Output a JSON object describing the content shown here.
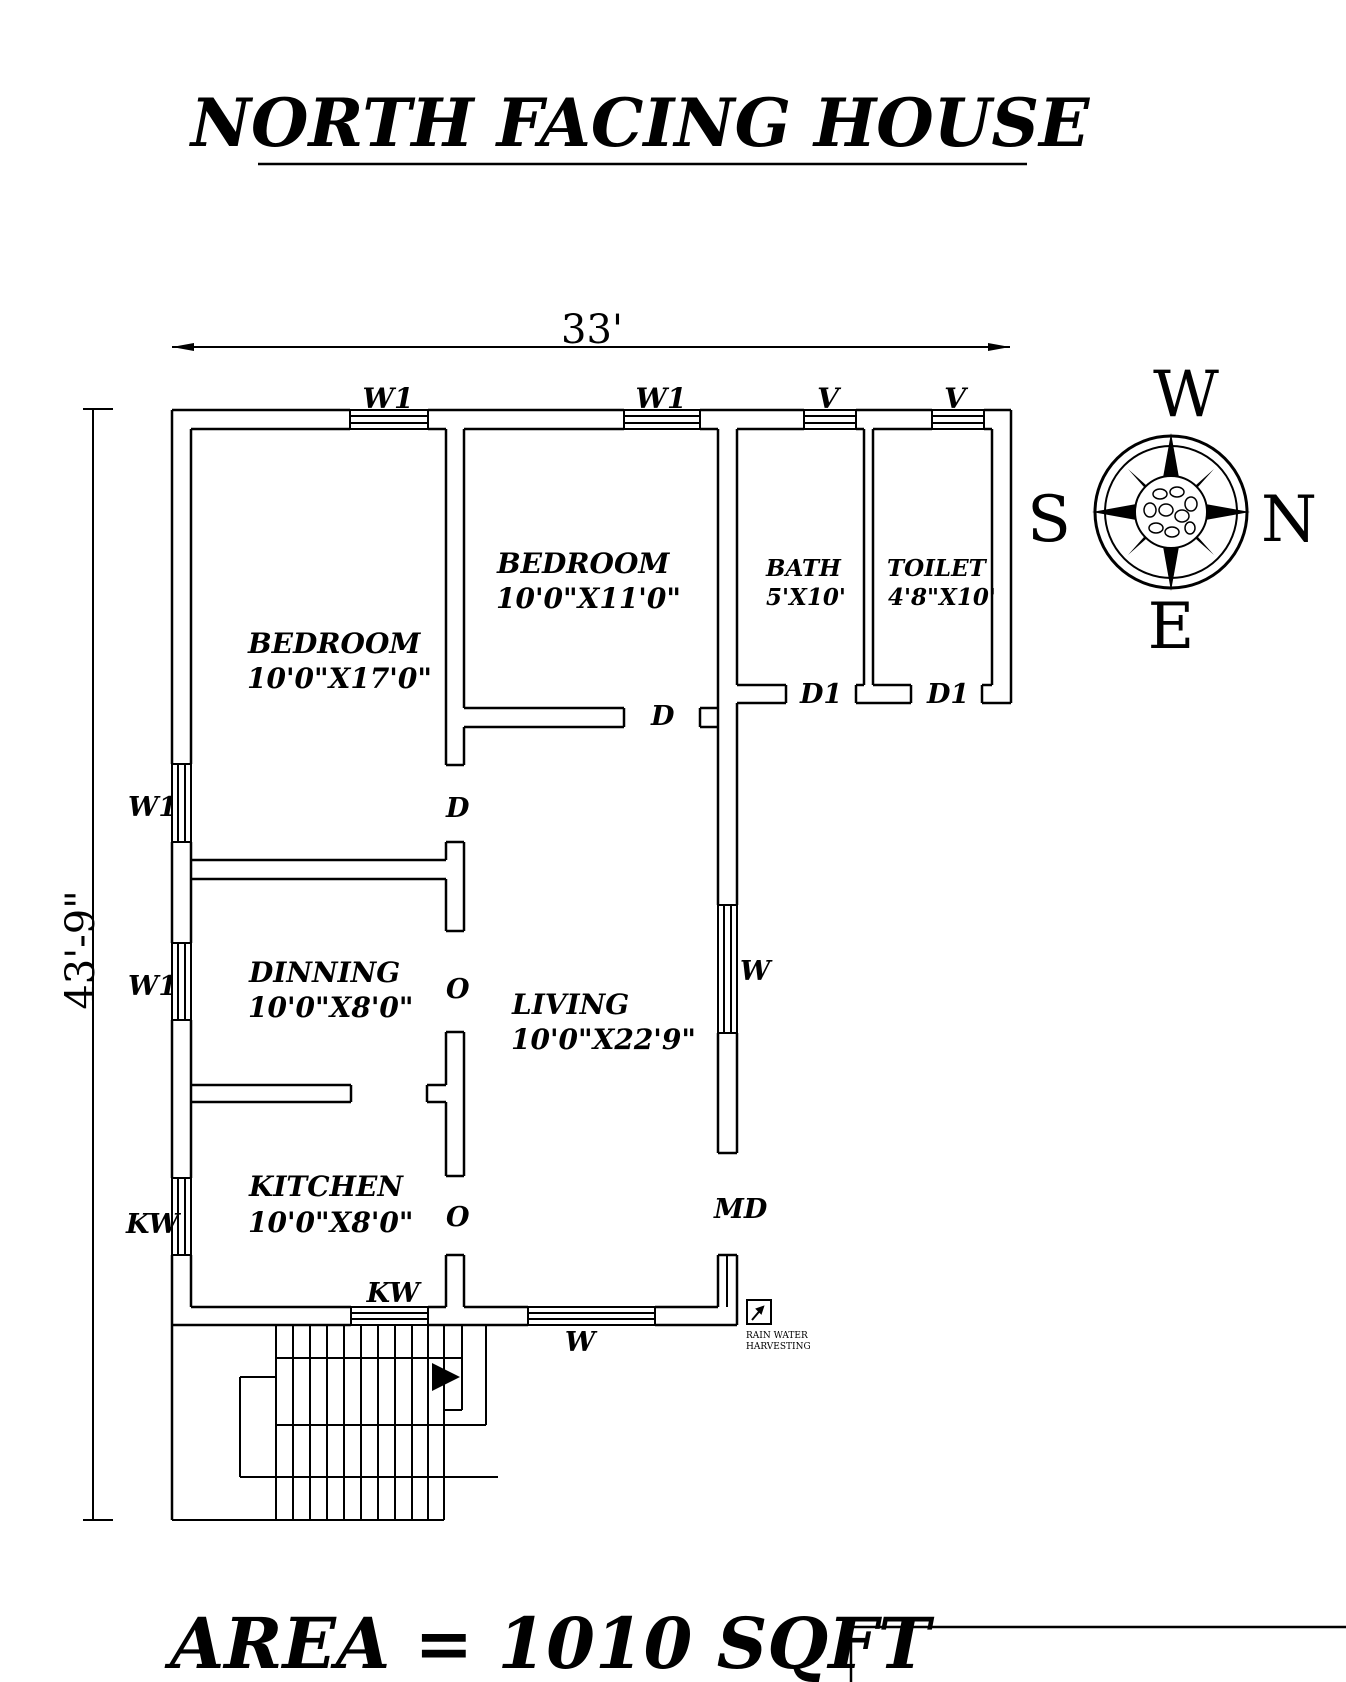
{
  "title": "NORTH FACING HOUSE",
  "area": "AREA = 1010  SQFT",
  "dimensions": {
    "width": "33'",
    "depth": "43'-9\""
  },
  "compass": {
    "west": "W",
    "south": "S",
    "north": "N",
    "east": "E"
  },
  "rooms": {
    "bedroom1": {
      "name": "BEDROOM",
      "size": "10'0\"X17'0\""
    },
    "bedroom2": {
      "name": "BEDROOM",
      "size": "10'0\"X11'0\""
    },
    "bath": {
      "name": "BATH",
      "size": "5'X10'"
    },
    "toilet": {
      "name": "TOILET",
      "size": "4'8\"X10'"
    },
    "dinning": {
      "name": "DINNING",
      "size": "10'0\"X8'0\""
    },
    "living": {
      "name": "LIVING",
      "size": "10'0\"X22'9\""
    },
    "kitchen": {
      "name": "KITCHEN",
      "size": "10'0\"X8'0\""
    }
  },
  "openings": {
    "w1_top_left": "W1",
    "w1_top_right": "W1",
    "v_bath": "V",
    "v_toilet": "V",
    "w1_left_upper": "W1",
    "w1_left_lower": "W1",
    "kw_left": "KW",
    "kw_bottom": "KW",
    "w_bottom": "W",
    "w_right": "W",
    "d_bedroom2": "D",
    "d_bedroom1": "D",
    "d1_bath": "D1",
    "d1_toilet": "D1",
    "o_dinning": "O",
    "o_kitchen": "O",
    "md": "MD"
  },
  "rain_water": {
    "line1": "RAIN WATER",
    "line2": "HARVESTING"
  }
}
